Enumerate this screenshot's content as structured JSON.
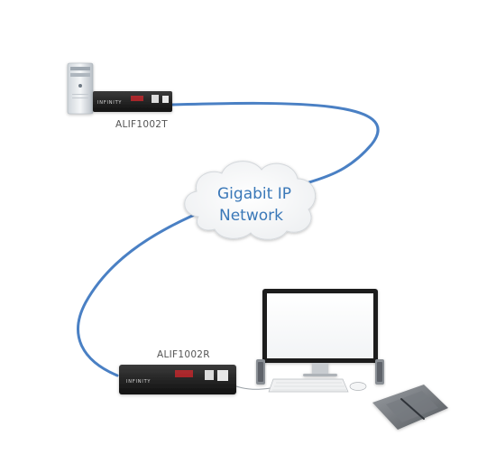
{
  "devices": {
    "transmitter": {
      "label": "ALIF1002T",
      "brand": "INFINITY"
    },
    "receiver": {
      "label": "ALIF1002R",
      "brand": "INFINITY"
    }
  },
  "network": {
    "line1": "Gigabit IP",
    "line2": "Network"
  },
  "colors": {
    "cable": "#4a80c4",
    "cloud_text": "#3a78b8",
    "unit_body": "#1c1c1c",
    "accent": "#c0282d"
  }
}
